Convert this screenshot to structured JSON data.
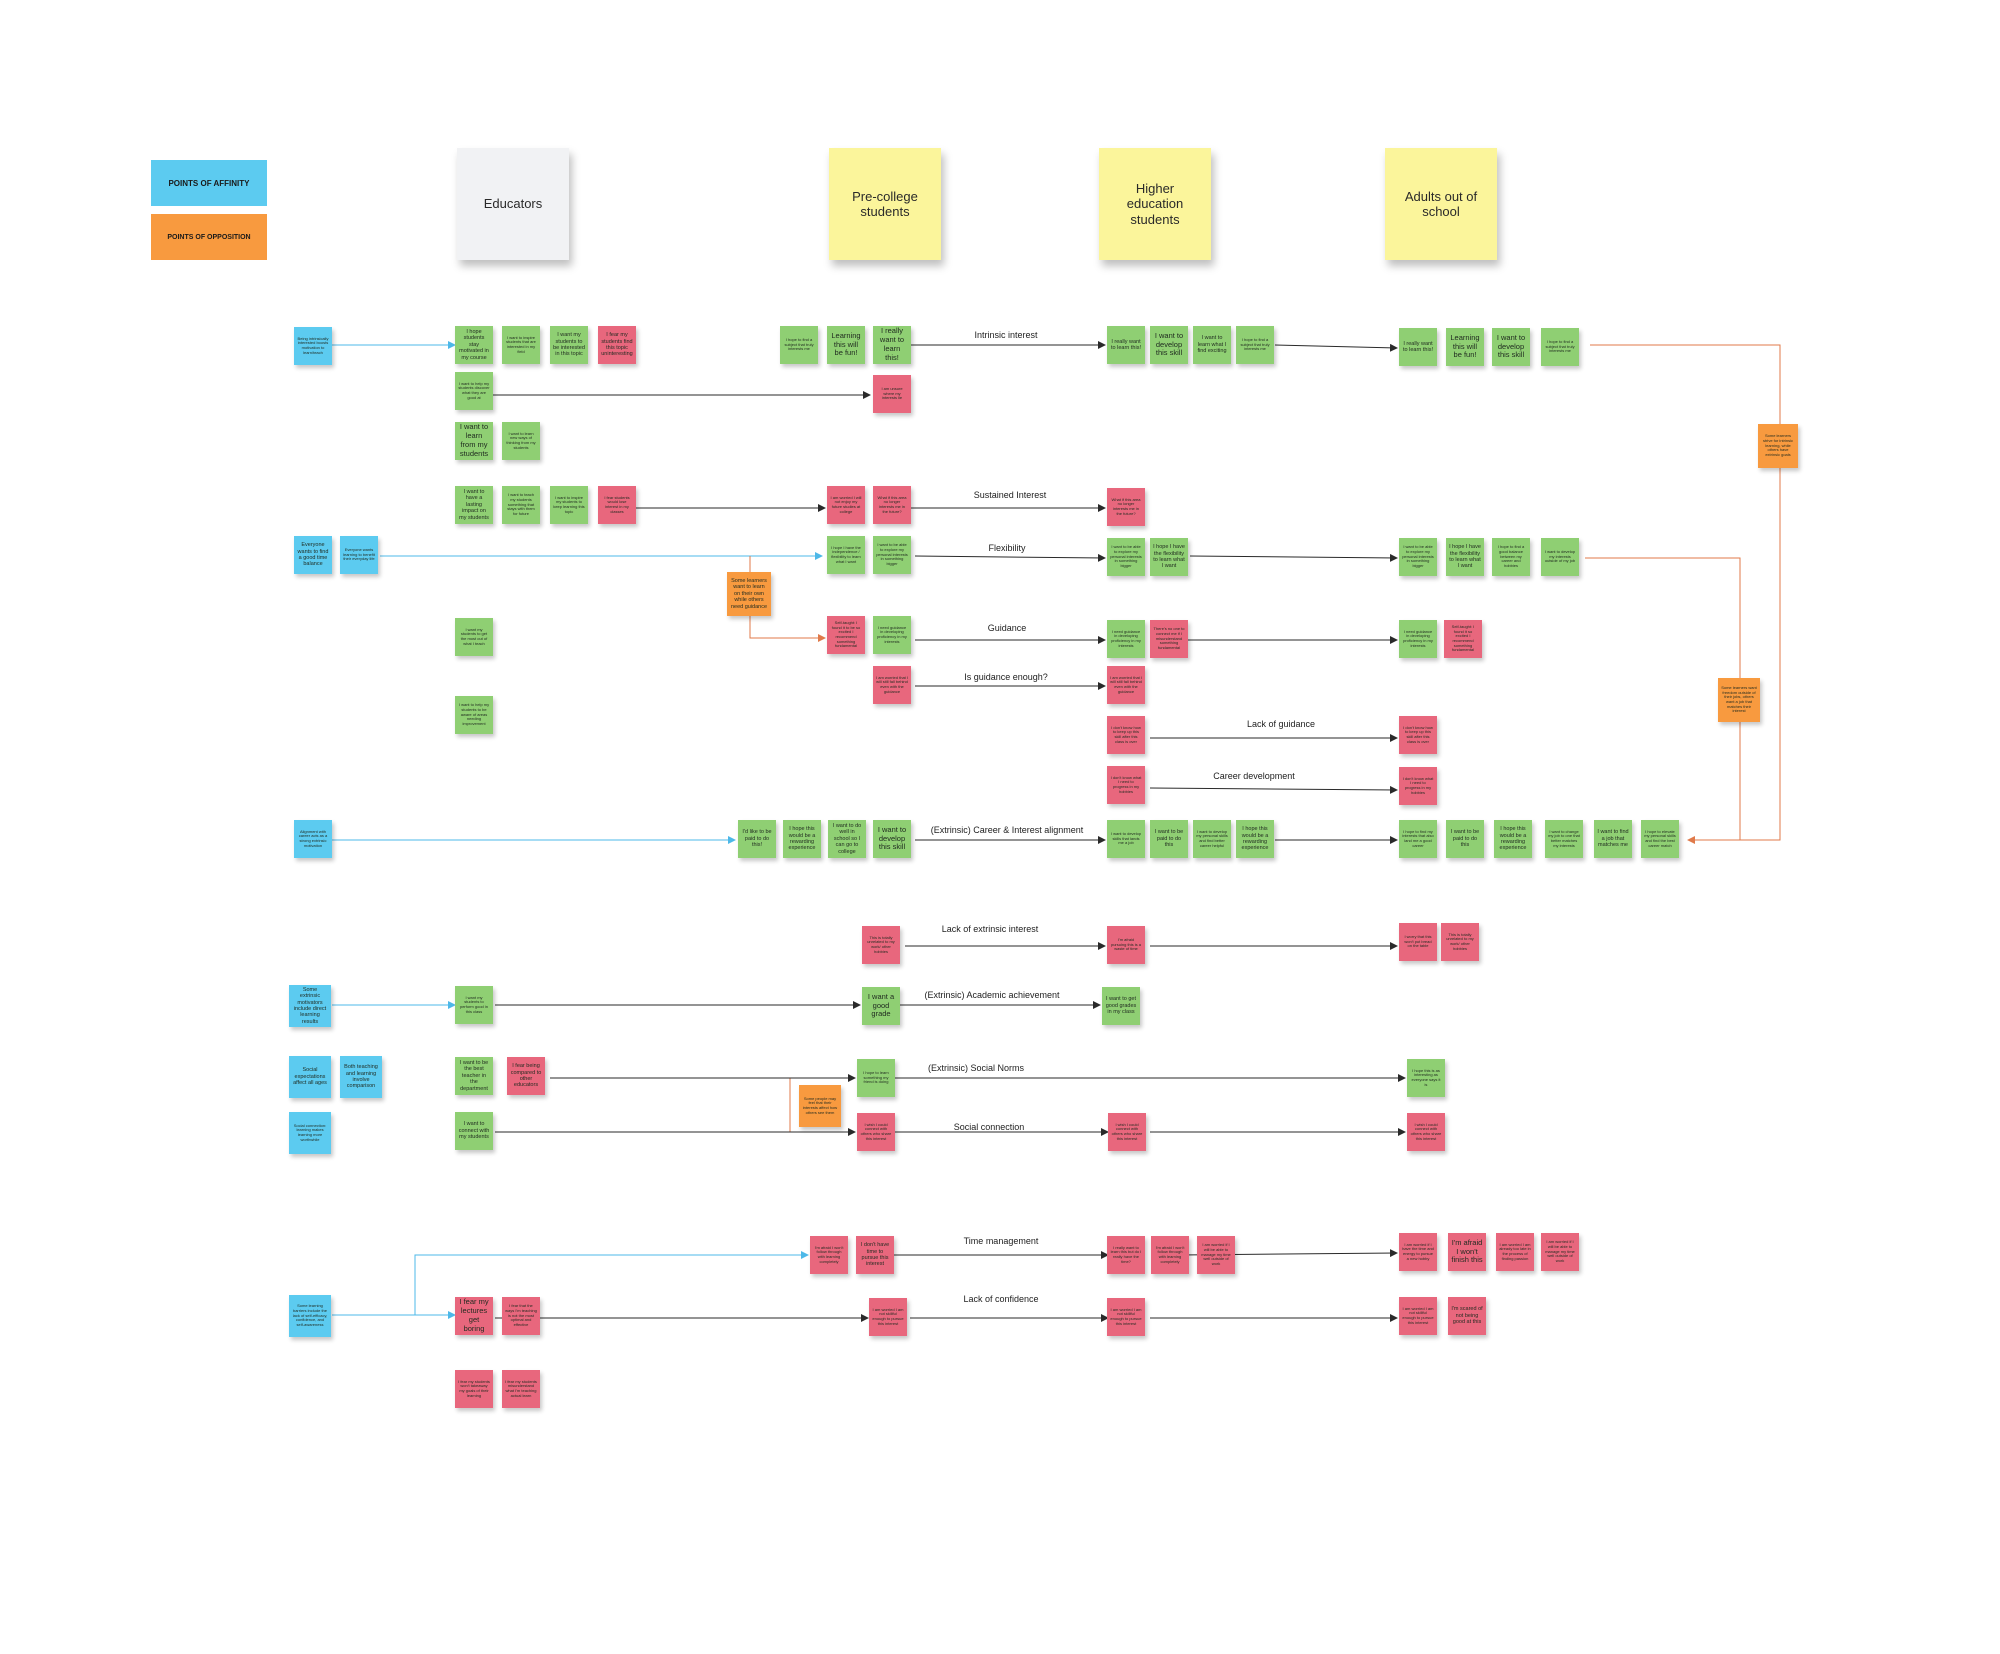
{
  "legend": {
    "affinity": "POINTS OF AFFINITY",
    "opposition": "POINTS OF OPPOSITION",
    "affinity_color": "#5ccbf0",
    "opposition_color": "#f89a3f"
  },
  "headers": {
    "educators": "Educators",
    "precollege": "Pre-college students",
    "higher": "Higher education students",
    "adults": "Adults out of school"
  },
  "colors": {
    "green": "#8fcf73",
    "red": "#e8677d",
    "blue": "#5ccbf0",
    "orange": "#f89a3f",
    "yellow": "#fbf59b",
    "connector": "#2a2a2a",
    "affinity_line": "#4db8e8",
    "opposition_line": "#e07a4a"
  },
  "row_labels": {
    "intrinsic": "Intrinsic interest",
    "sustained": "Sustained Interest",
    "flexibility": "Flexibility",
    "guidance": "Guidance",
    "guidance_enough": "Is guidance enough?",
    "lack_guidance": "Lack of guidance",
    "career_dev": "Career development",
    "career_alignment": "(Extrinsic) Career & Interest alignment",
    "lack_extrinsic": "Lack of extrinsic interest",
    "academic": "(Extrinsic) Academic achievement",
    "social_norms": "(Extrinsic) Social Norms",
    "social_connection": "Social connection",
    "time_mgmt": "Time management",
    "lack_confidence": "Lack of confidence"
  },
  "affinity_notes": {
    "a1": "Being intrinsically interested boosts motivation to learn/teach",
    "a2": "Everyone wants to find a good time balance",
    "a3": "Everyone wants learning to benefit their everyday life",
    "a4": "Alignment with career acts as a strong extrinsic motivation",
    "a5": "Some extrinsic motivators include direct learning results",
    "a6": "Social expectations affect all ages",
    "a7": "Both teaching and learning involve comparison",
    "a8": "Social connection: learning makes learning more worthwhile",
    "a9": "Some learning barriers include the lack of self-efficacy, confidence, and self-awareness"
  },
  "opposition_notes": {
    "o1": "Some learners want to learn on their own while others need guidance",
    "o2": "Some learners strive for intrinsic learning, while others have extrinsic goals",
    "o3": "Some learners want freedom outside of their jobs, others want a job that matches their interest",
    "o4": "Some people may feel that their interests affect how others see them"
  },
  "educators": {
    "e1": "I hope students stay motivated in my course",
    "e2": "I want to inspire students that are interested in my field",
    "e3": "I want my students to be interested in this topic",
    "e4": "I fear my students find this topic uninteresting",
    "e5": "I want to help my students discover what they are good at",
    "e6": "I want to learn from my students",
    "e7": "I want to learn new ways of thinking from my students",
    "e8": "I want to have a lasting impact on my students",
    "e9": "I want to teach my students something that stays with them for future",
    "e10": "I want to inspire my students to keep learning this topic",
    "e11": "I fear students would lose interest in my classes",
    "e12": "I want my students to get the most out of what I teach",
    "e13": "I want to help my students to be aware of areas needing improvement",
    "e14": "I want my students to perform good in this class",
    "e15": "I want to be the best teacher in the department",
    "e16": "I fear being compared to other educators",
    "e17": "I want to connect with my students",
    "e18": "I fear my lectures get boring",
    "e19": "I fear that the ways I'm teaching is not the most optimal and effective",
    "e20": "I fear my students won't takeaway my goals of their learning",
    "e21": "I fear my students misunderstand what I'm teaching actual learn"
  },
  "precollege": {
    "p1": "I hope to find a subject that truly interests me",
    "p2": "Learning this will be fun!",
    "p3": "I really want to learn this!",
    "p4": "I am unsure where my interests lie",
    "p5": "I am worried I will not enjoy my future studies at college",
    "p6": "What if this area no longer interests me in the future?",
    "p7": "I hope I have the independence / flexibility to learn what I want",
    "p8": "I want to be able to explore my personal interests in something bigger",
    "p9": "Self-taught: I found it to be so excited I recommend something fundamental",
    "p10": "I need guidance in developing proficiency in my interests",
    "p11": "I am worried that I will still fall behind even with the guidance",
    "p12": "I'd like to be paid to do this!",
    "p13": "I hope this would be a rewarding experience",
    "p14": "I want to do well in school so I can go to college",
    "p15": "I want to develop this skill",
    "p16": "This is totally unrelated to my work/ other hobbies",
    "p17": "I want a good grade",
    "p18": "I hope to learn something my friend is doing",
    "p19": "I wish I could connect with others who share this interest",
    "p20": "I'm afraid I won't follow through with learning completely",
    "p21": "I don't have time to pursue this interest",
    "p22": "I am worried I am not skillful enough to pursue this interest"
  },
  "higher": {
    "h1": "I really want to learn this!",
    "h2": "I want to develop this skill",
    "h3": "I want to learn what I find exciting",
    "h4": "I hope to find a subject that truly interests me",
    "h5": "What if this area no longer interests me in the future?",
    "h6": "I want to be able to explore my personal interests in something bigger",
    "h7": "I hope I have the flexibility to learn what I want",
    "h8": "I need guidance in developing proficiency in my interests",
    "h9": "There's no one to connect me if I misunderstand something fundamental",
    "h10": "I am worried that I will still fall behind even with the guidance",
    "h11": "I don't know how to keep up this skill after this class is over",
    "h12": "I don't know what I need to progress in my hobbies",
    "h13": "I want to develop skills that lands me a job",
    "h14": "I want to be paid to do this",
    "h15": "I want to develop my personal skills and find better career helpful",
    "h16": "I hope this would be a rewarding experience",
    "h17": "I'm afraid pursuing this is a waste of time",
    "h18": "I want to get good grades in my class",
    "h19": "I wish I could connect with others who share this interest",
    "h20": "I really want to learn this but do I really have the time?",
    "h21": "I'm afraid I won't follow through with learning completely",
    "h22": "I am worried if I will be able to manage my time well outside of work",
    "h23": "I am worried I am not skillful enough to pursue this interest"
  },
  "adults": {
    "d1": "I really want to learn this!",
    "d2": "Learning this will be fun!",
    "d3": "I want to develop this skill",
    "d4": "I hope to find a subject that truly interests me",
    "d5": "I want to be able to explore my personal interests in something bigger",
    "d6": "I hope I have the flexibility to learn what I want",
    "d7": "I hope to find a good balance between my career and hobbies",
    "d8": "I want to develop my interests outside of my job",
    "d9": "I need guidance in developing proficiency in my interests",
    "d10": "Self-taught: I found it so excited I recommend something fundamental",
    "d11": "I don't know how to keep up this skill after this class is over",
    "d12": "I don't know what I need to progress in my hobbies",
    "d13": "I hope to find my interests that also land me a good career",
    "d14": "I want to be paid to do this",
    "d15": "I hope this would be a rewarding experience",
    "d16": "I want to change my job to one that better matches my interests",
    "d17": "I want to find a job that matches me",
    "d18": "I hope to elevate my personal skills and find the best career match",
    "d19": "I worry that this won't put bread on the table",
    "d20": "This is totally unrelated to my work/ other hobbies",
    "d21": "I hope this is as interesting as everyone says it is",
    "d22": "I wish I could connect with others who share this interest",
    "d23": "I am worried if I have the time and energy to pursue a new hobby",
    "d24": "I'm afraid I won't finish this",
    "d25": "I am worried I am already too late in the process of finding passion",
    "d26": "I am worried if I will be able to manage my time well outside of work",
    "d27": "I am worried I am not skillful enough to pursue this interest",
    "d28": "I'm scared of not being good at this"
  }
}
